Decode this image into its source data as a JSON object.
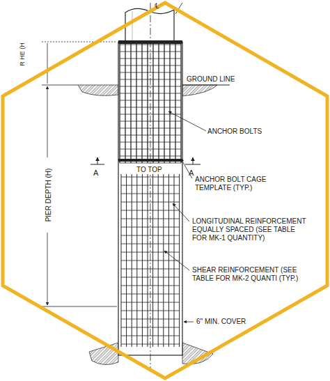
{
  "diagram": {
    "labels": [
      "℄",
      "R HE (H",
      "GROUND LINE",
      "ANCHOR BOLTS",
      "A",
      "TO TOP",
      "A",
      "ANCHOR BOLT CAGE TEMPLATE (TYP.)",
      "PIER DEPTH (H)",
      "LONGITUDINAL REINFORCEMENT EQUALLY SPACED (SEE TABLE FOR MK-1 QUANTITY)",
      "SHEAR REINFORCEMENT (SEE TABLE FOR MK-2 QUANTI (TYP.)",
      "6\" MIN. COVER"
    ]
  }
}
